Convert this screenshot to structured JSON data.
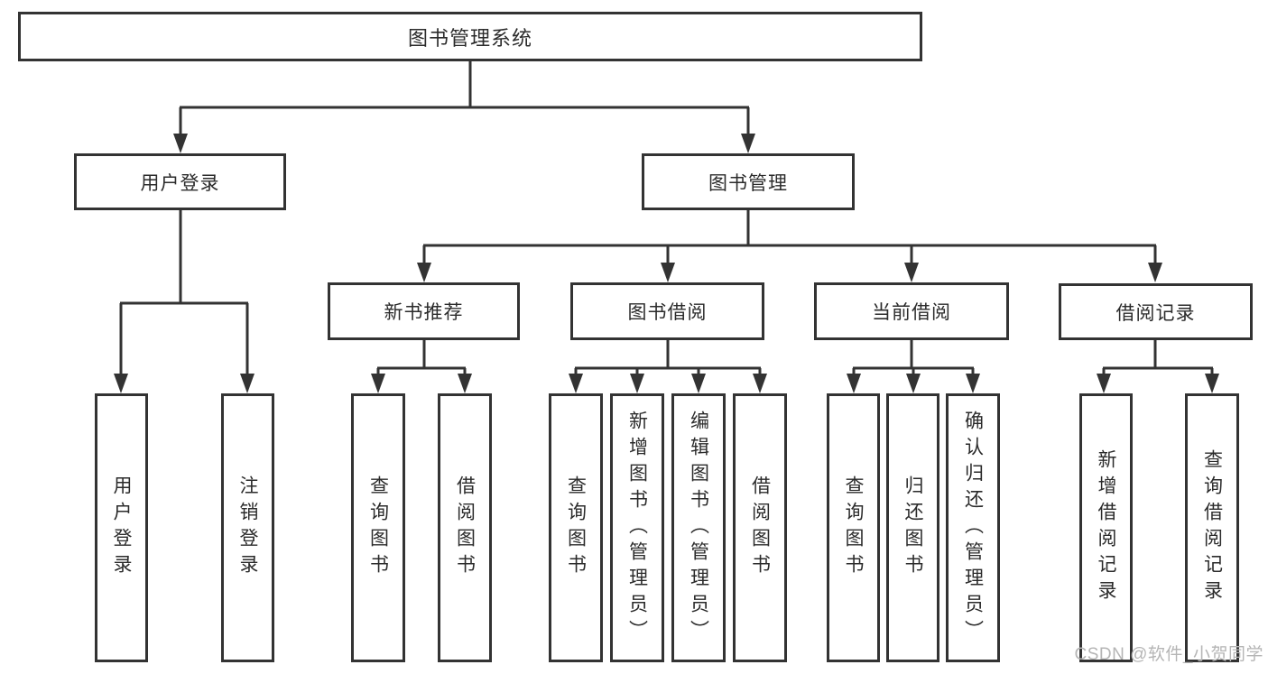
{
  "tree": {
    "root": {
      "label": "图书管理系统"
    },
    "children": [
      {
        "label": "用户登录",
        "children": [
          {
            "label": "用户登录"
          },
          {
            "label": "注销登录"
          }
        ]
      },
      {
        "label": "图书管理",
        "children": [
          {
            "label": "新书推荐",
            "children": [
              {
                "label": "查询图书"
              },
              {
                "label": "借阅图书"
              }
            ]
          },
          {
            "label": "图书借阅",
            "children": [
              {
                "label": "查询图书"
              },
              {
                "label": "新增图书（管理员）"
              },
              {
                "label": "编辑图书（管理员）"
              },
              {
                "label": "借阅图书"
              }
            ]
          },
          {
            "label": "当前借阅",
            "children": [
              {
                "label": "查询图书"
              },
              {
                "label": "归还图书"
              },
              {
                "label": "确认归还（管理员）"
              }
            ]
          },
          {
            "label": "借阅记录",
            "children": [
              {
                "label": "新增借阅记录"
              },
              {
                "label": "查询借阅记录"
              }
            ]
          }
        ]
      }
    ]
  },
  "watermark": {
    "text": "CSDN @软件_小贺同学"
  },
  "colors": {
    "line": "#333333",
    "text": "#2b2b2b",
    "background": "#ffffff",
    "watermark": "#b5b5b5"
  }
}
